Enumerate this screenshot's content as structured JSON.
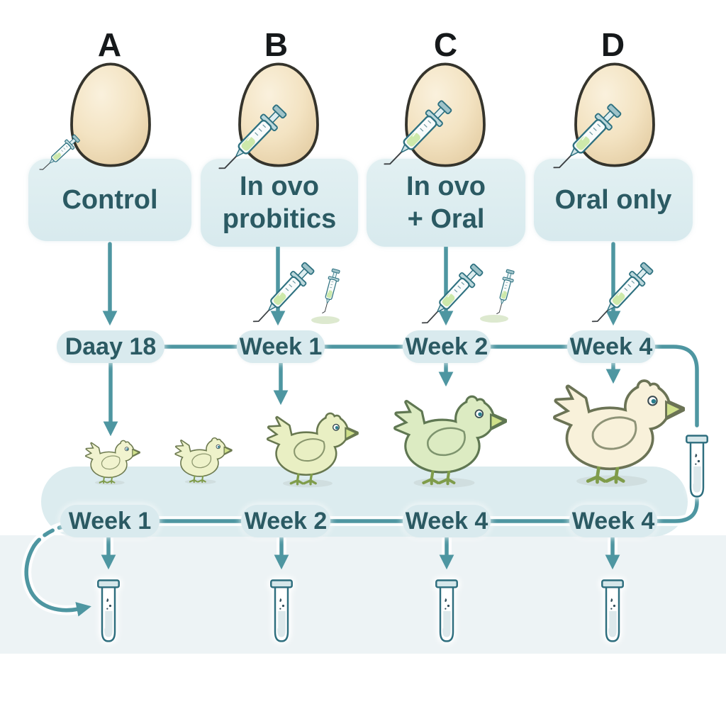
{
  "groups": [
    {
      "letter": "A",
      "label1": "Control"
    },
    {
      "letter": "B",
      "label1": "In ovo",
      "label2": "probitics"
    },
    {
      "letter": "C",
      "label1": "In ovo",
      "label2": "+ Oral"
    },
    {
      "letter": "D",
      "label1": "Oral only"
    }
  ],
  "injection_row": {
    "labels": [
      "Daay 18",
      "Week 1",
      "Week 2",
      "Week 4"
    ]
  },
  "sampling_row": {
    "labels": [
      "Week 1",
      "Week 2",
      "Week 4",
      "Week 4"
    ]
  },
  "palette": {
    "arrow_teal": "#4e96a1",
    "label_text": "#2b5a63",
    "pill_bg": "#d9eaee",
    "group_box_bg": "#dcecef",
    "growth_band_bg": "#dcecef",
    "lower_band_bg": "#edf3f5",
    "egg_fill": "#f3e4c6",
    "egg_outline": "#35342c",
    "syringe_liquid": "#cde9ab",
    "tube_outline": "#2e6e7e"
  }
}
